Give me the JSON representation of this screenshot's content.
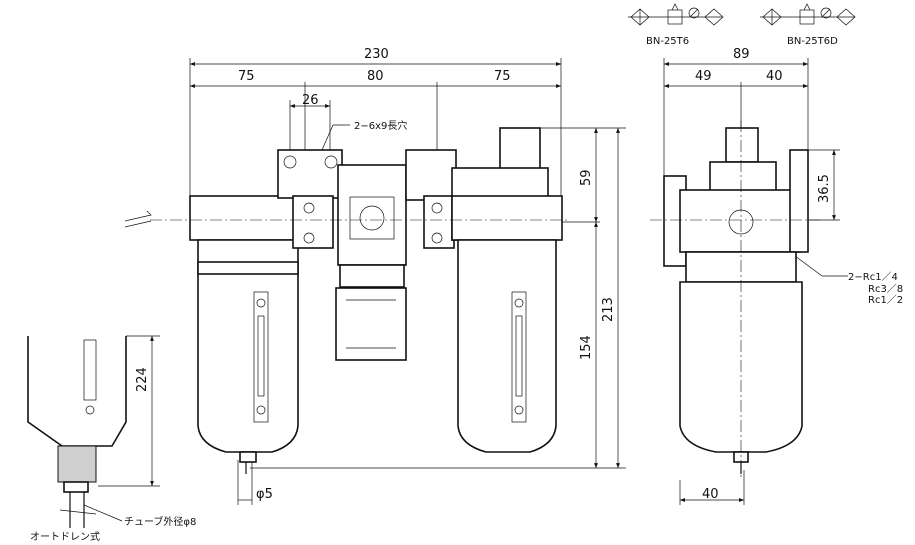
{
  "symbols": {
    "model_1": "BN-25T6",
    "model_2": "BN-25T6D"
  },
  "front_view": {
    "overall_width": "230",
    "left_section": "75",
    "middle_section": "80",
    "right_section": "75",
    "mount_pitch": "26",
    "mount_slot_note": "2−6x9長穴",
    "top_to_port": "59",
    "port_to_bottom": "154",
    "overall_height": "213",
    "drain_tube_dia": "φ5"
  },
  "side_view": {
    "overall_depth": "89",
    "left_depth": "49",
    "right_depth": "40",
    "bracket_height": "36.5",
    "bottom_width": "40",
    "port_note_1": "2−Rc1／4",
    "port_note_2": "Rc3／8",
    "port_note_3": "Rc1／2"
  },
  "drain_detail": {
    "height": "224",
    "tube_note": "チューブ外径φ8",
    "drain_type": "オートドレン式"
  }
}
